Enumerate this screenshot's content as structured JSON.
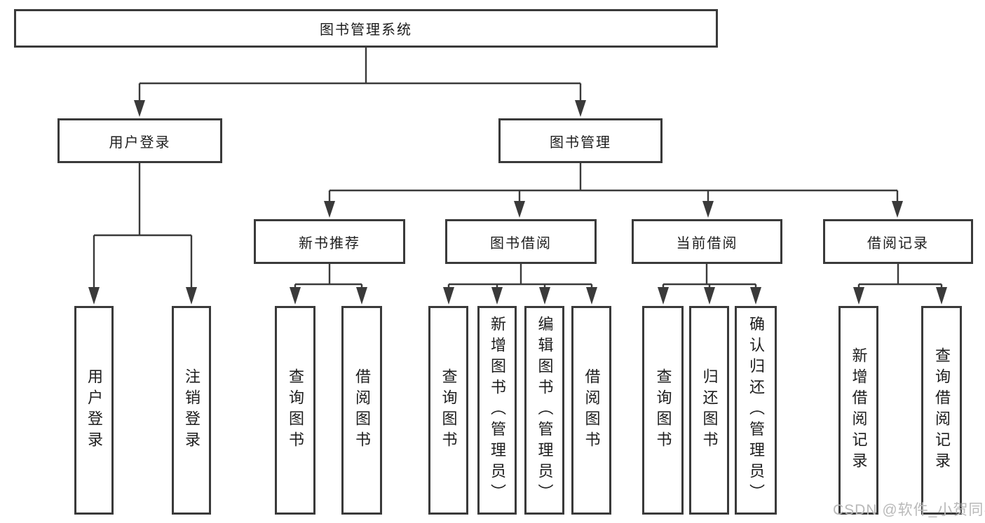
{
  "diagram": {
    "root": {
      "label": "图书管理系统"
    },
    "branches": [
      {
        "label": "用户登录",
        "children": [
          {
            "label": "用户登录"
          },
          {
            "label": "注销登录"
          }
        ]
      },
      {
        "label": "图书管理",
        "children": [
          {
            "label": "新书推荐",
            "children": [
              {
                "label": "查询图书"
              },
              {
                "label": "借阅图书"
              }
            ]
          },
          {
            "label": "图书借阅",
            "children": [
              {
                "label": "查询图书"
              },
              {
                "label": "新增图书（管理员）"
              },
              {
                "label": "编辑图书（管理员）"
              },
              {
                "label": "借阅图书"
              }
            ]
          },
          {
            "label": "当前借阅",
            "children": [
              {
                "label": "查询图书"
              },
              {
                "label": "归还图书"
              },
              {
                "label": "确认归还（管理员）"
              }
            ]
          },
          {
            "label": "借阅记录",
            "children": [
              {
                "label": "新增借阅记录"
              },
              {
                "label": "查询借阅记录"
              }
            ]
          }
        ]
      }
    ]
  },
  "watermark": {
    "text": "CSDN @软件_小贺同学"
  },
  "colors": {
    "line": "#3a3a3a",
    "text": "#1d1d1d",
    "background": "#ffffff",
    "watermark": "#b9b9b9"
  }
}
